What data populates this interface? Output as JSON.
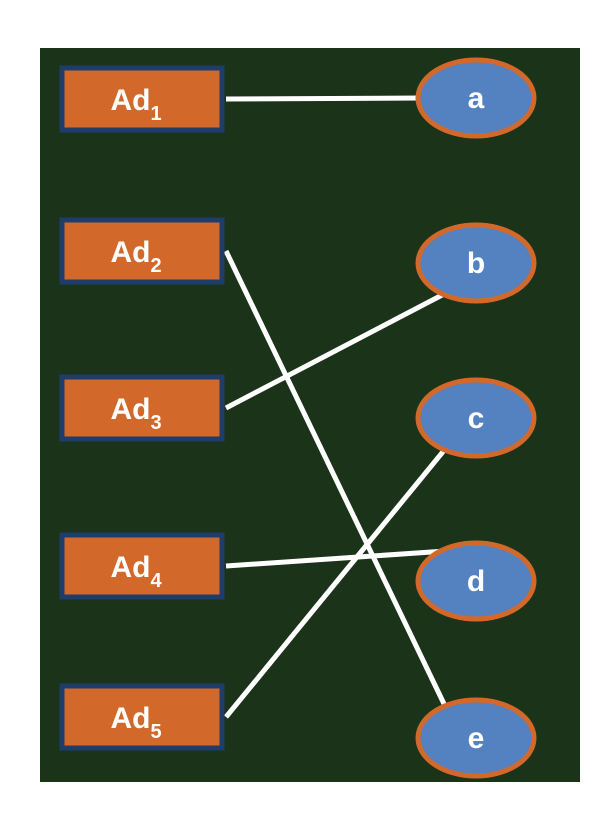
{
  "colors": {
    "background": "#1b3319",
    "ad_fill": "#d2692a",
    "ad_border": "#1e3d6b",
    "node_fill": "#5481c0",
    "node_border": "#d2692a",
    "edge": "#ffffff"
  },
  "ads": [
    {
      "base": "Ad",
      "sub": "1"
    },
    {
      "base": "Ad",
      "sub": "2"
    },
    {
      "base": "Ad",
      "sub": "3"
    },
    {
      "base": "Ad",
      "sub": "4"
    },
    {
      "base": "Ad",
      "sub": "5"
    }
  ],
  "nodes": [
    "a",
    "b",
    "c",
    "d",
    "e"
  ],
  "edges": [
    {
      "ad": 0,
      "node": 0
    },
    {
      "ad": 1,
      "node": 4
    },
    {
      "ad": 2,
      "node": 1
    },
    {
      "ad": 3,
      "node": 3
    },
    {
      "ad": 4,
      "node": 2
    }
  ]
}
